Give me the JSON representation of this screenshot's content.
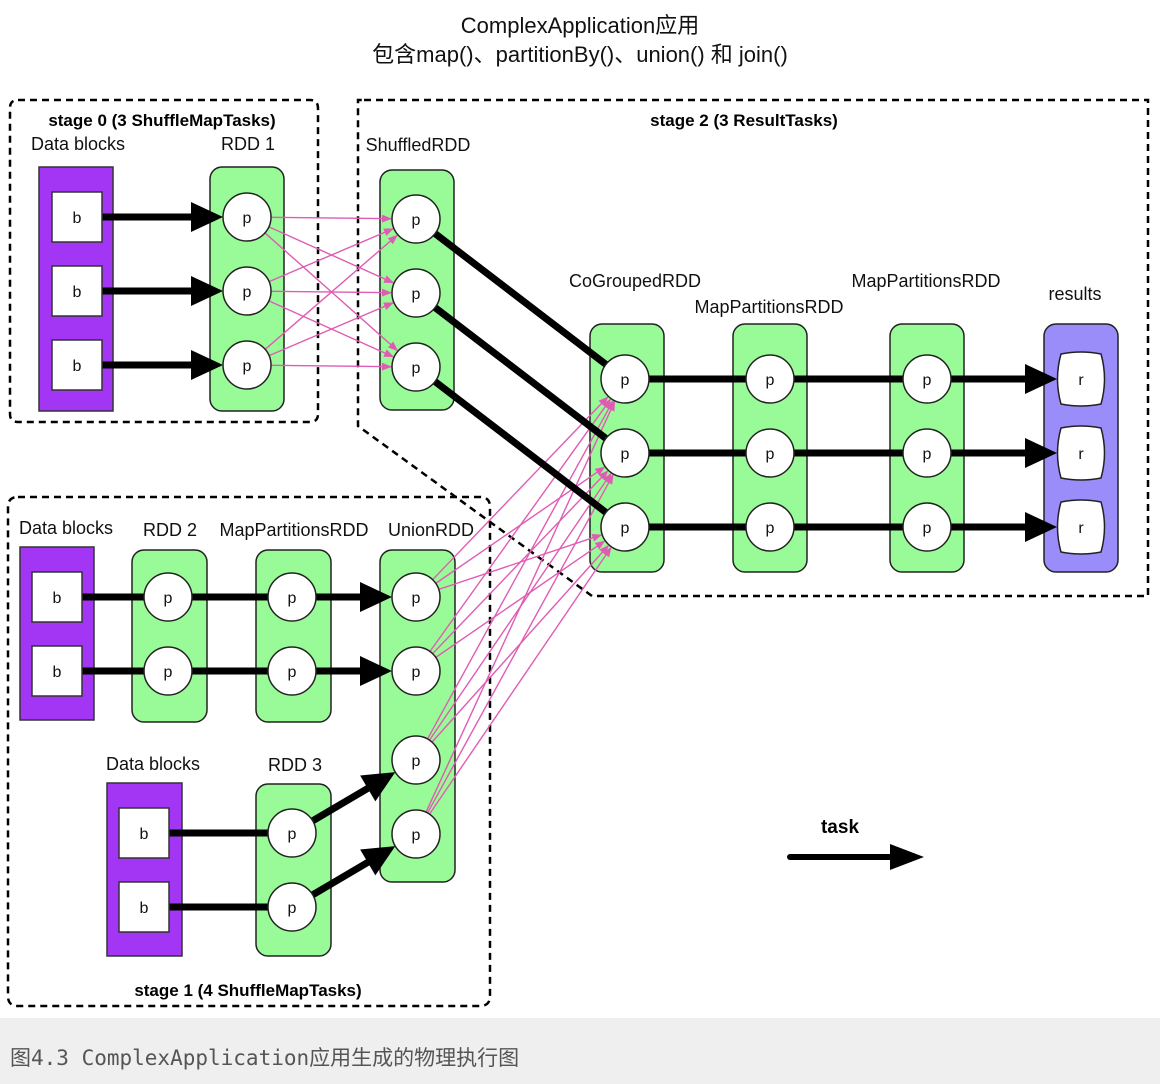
{
  "title": {
    "line1": "ComplexApplication应用",
    "line2": "包含map()、partitionBy()、union() 和 join()"
  },
  "caption": "图4.3  ComplexApplication应用生成的物理执行图",
  "colors": {
    "data_block_fill": "#a335f5",
    "rdd_fill": "#99fb98",
    "results_fill": "#9a8cf9",
    "shuffle_edge": "#e05cb4",
    "task_edge": "#000000",
    "stage_border": "#000000"
  },
  "stages": [
    {
      "id": "stage0",
      "label": "stage 0 (3 ShuffleMapTasks)"
    },
    {
      "id": "stage1",
      "label": "stage 1 (4 ShuffleMapTasks)"
    },
    {
      "id": "stage2",
      "label": "stage 2 (3 ResultTasks)"
    }
  ],
  "columns": [
    {
      "id": "db0",
      "label": "Data blocks",
      "kind": "block",
      "item": "b",
      "count": 3
    },
    {
      "id": "rdd1",
      "label": "RDD 1",
      "kind": "rdd",
      "item": "p",
      "count": 3
    },
    {
      "id": "shuffled",
      "label": "ShuffledRDD",
      "kind": "rdd",
      "item": "p",
      "count": 3
    },
    {
      "id": "db1",
      "label": "Data blocks",
      "kind": "block",
      "item": "b",
      "count": 2
    },
    {
      "id": "rdd2",
      "label": "RDD 2",
      "kind": "rdd",
      "item": "p",
      "count": 2
    },
    {
      "id": "mpr1",
      "label": "MapPartitionsRDD",
      "kind": "rdd",
      "item": "p",
      "count": 2
    },
    {
      "id": "union",
      "label": "UnionRDD",
      "kind": "rdd",
      "item": "p",
      "count": 4
    },
    {
      "id": "db2",
      "label": "Data blocks",
      "kind": "block",
      "item": "b",
      "count": 2
    },
    {
      "id": "rdd3",
      "label": "RDD 3",
      "kind": "rdd",
      "item": "p",
      "count": 2
    },
    {
      "id": "cogrouped",
      "label": "CoGroupedRDD",
      "kind": "rdd",
      "item": "p",
      "count": 3
    },
    {
      "id": "mpr2",
      "label": "MapPartitionsRDD",
      "kind": "rdd",
      "item": "p",
      "count": 3
    },
    {
      "id": "mpr3",
      "label": "MapPartitionsRDD",
      "kind": "rdd",
      "item": "p",
      "count": 3
    },
    {
      "id": "results",
      "label": "results",
      "kind": "result",
      "item": "r",
      "count": 3
    }
  ],
  "task_edges": [
    [
      "db0",
      0,
      "rdd1",
      0,
      "arrow"
    ],
    [
      "db0",
      1,
      "rdd1",
      1,
      "arrow"
    ],
    [
      "db0",
      2,
      "rdd1",
      2,
      "arrow"
    ],
    [
      "shuffled",
      0,
      "cogrouped",
      0,
      "line"
    ],
    [
      "shuffled",
      1,
      "cogrouped",
      1,
      "line"
    ],
    [
      "shuffled",
      2,
      "cogrouped",
      2,
      "line"
    ],
    [
      "db1",
      0,
      "rdd2",
      0,
      "line"
    ],
    [
      "db1",
      1,
      "rdd2",
      1,
      "line"
    ],
    [
      "rdd2",
      0,
      "mpr1",
      0,
      "line"
    ],
    [
      "rdd2",
      1,
      "mpr1",
      1,
      "line"
    ],
    [
      "mpr1",
      0,
      "union",
      0,
      "arrow"
    ],
    [
      "mpr1",
      1,
      "union",
      1,
      "arrow"
    ],
    [
      "db2",
      0,
      "rdd3",
      0,
      "line"
    ],
    [
      "db2",
      1,
      "rdd3",
      1,
      "line"
    ],
    [
      "rdd3",
      0,
      "union",
      2,
      "arrow"
    ],
    [
      "rdd3",
      1,
      "union",
      3,
      "arrow"
    ],
    [
      "cogrouped",
      0,
      "mpr2",
      0,
      "line"
    ],
    [
      "cogrouped",
      1,
      "mpr2",
      1,
      "line"
    ],
    [
      "cogrouped",
      2,
      "mpr2",
      2,
      "line"
    ],
    [
      "mpr2",
      0,
      "mpr3",
      0,
      "line"
    ],
    [
      "mpr2",
      1,
      "mpr3",
      1,
      "line"
    ],
    [
      "mpr2",
      2,
      "mpr3",
      2,
      "line"
    ],
    [
      "mpr3",
      0,
      "results",
      0,
      "arrow"
    ],
    [
      "mpr3",
      1,
      "results",
      1,
      "arrow"
    ],
    [
      "mpr3",
      2,
      "results",
      2,
      "arrow"
    ]
  ],
  "shuffle_dependencies": [
    {
      "from": "rdd1",
      "to": "shuffled",
      "type": "all-to-all"
    },
    {
      "from": "union",
      "to": "cogrouped",
      "type": "all-to-all"
    }
  ],
  "legend": {
    "label": "task"
  }
}
